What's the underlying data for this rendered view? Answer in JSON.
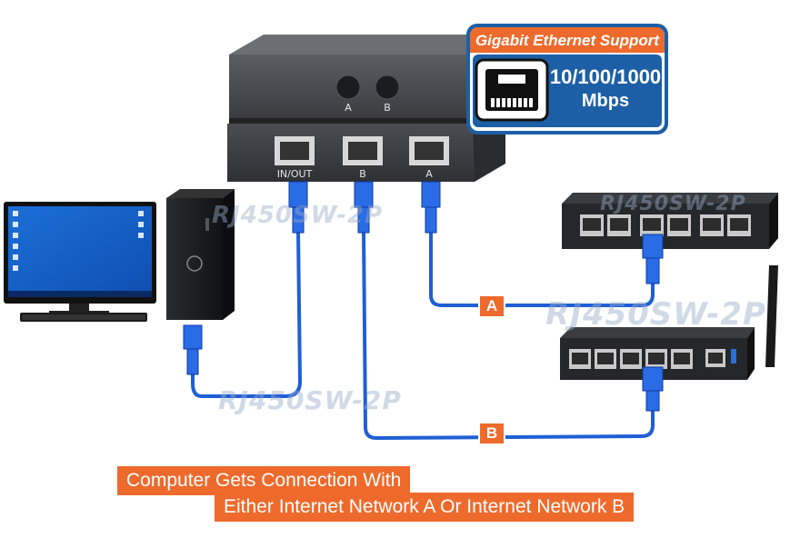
{
  "badge": {
    "title": "Gigabit Ethernet Support",
    "speed_line1": "10/100/1000",
    "speed_line2": "Mbps",
    "icon": "ethernet-port-icon"
  },
  "switch": {
    "button_labels": [
      "A",
      "B"
    ],
    "port_labels": [
      "IN/OUT",
      "B",
      "A"
    ]
  },
  "watermark": "RJ450SW-2P",
  "connection_labels": {
    "a": "A",
    "b": "B"
  },
  "caption": {
    "line1": "Computer Gets Connection With",
    "line2": "Either Internet Network A Or Internet Network B"
  },
  "colors": {
    "accent": "#ee6a2c",
    "cable": "#1f5fd6",
    "badge_border": "#1d5fa6"
  }
}
